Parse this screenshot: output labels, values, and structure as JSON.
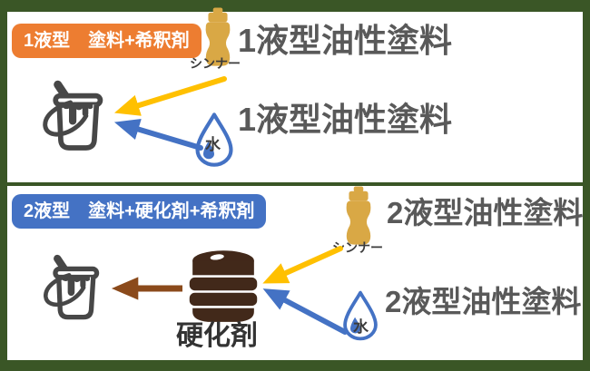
{
  "colors": {
    "border_green": "#3A5626",
    "panel_white": "#FFFFFF",
    "label1_bg": "#ED7D31",
    "label2_bg": "#4472C4",
    "label_text": "#FFFFFF",
    "big_text": "#595959",
    "small_text": "#3B3B3B",
    "arrow_yellow": "#FFC000",
    "arrow_blue": "#4472C4",
    "arrow_brown": "#8B4A1B",
    "bottle_gold": "#D9A845",
    "drop_blue": "#4472C4",
    "drum_brown": "#42291A",
    "bucket_gray": "#474747"
  },
  "section_one": {
    "header": "1液型　塗料+希釈剤",
    "thinner_label": "シンナー",
    "thinner_result": "1液型油性塗料",
    "water_label": "水",
    "water_result": "1液型油性塗料"
  },
  "section_two": {
    "header": "2液型　塗料+硬化剤+希釈剤",
    "thinner_label": "シンナー",
    "thinner_result": "2液型油性塗料",
    "water_label": "水",
    "water_result": "2液型油性塗料",
    "hardener_label": "硬化剤"
  }
}
